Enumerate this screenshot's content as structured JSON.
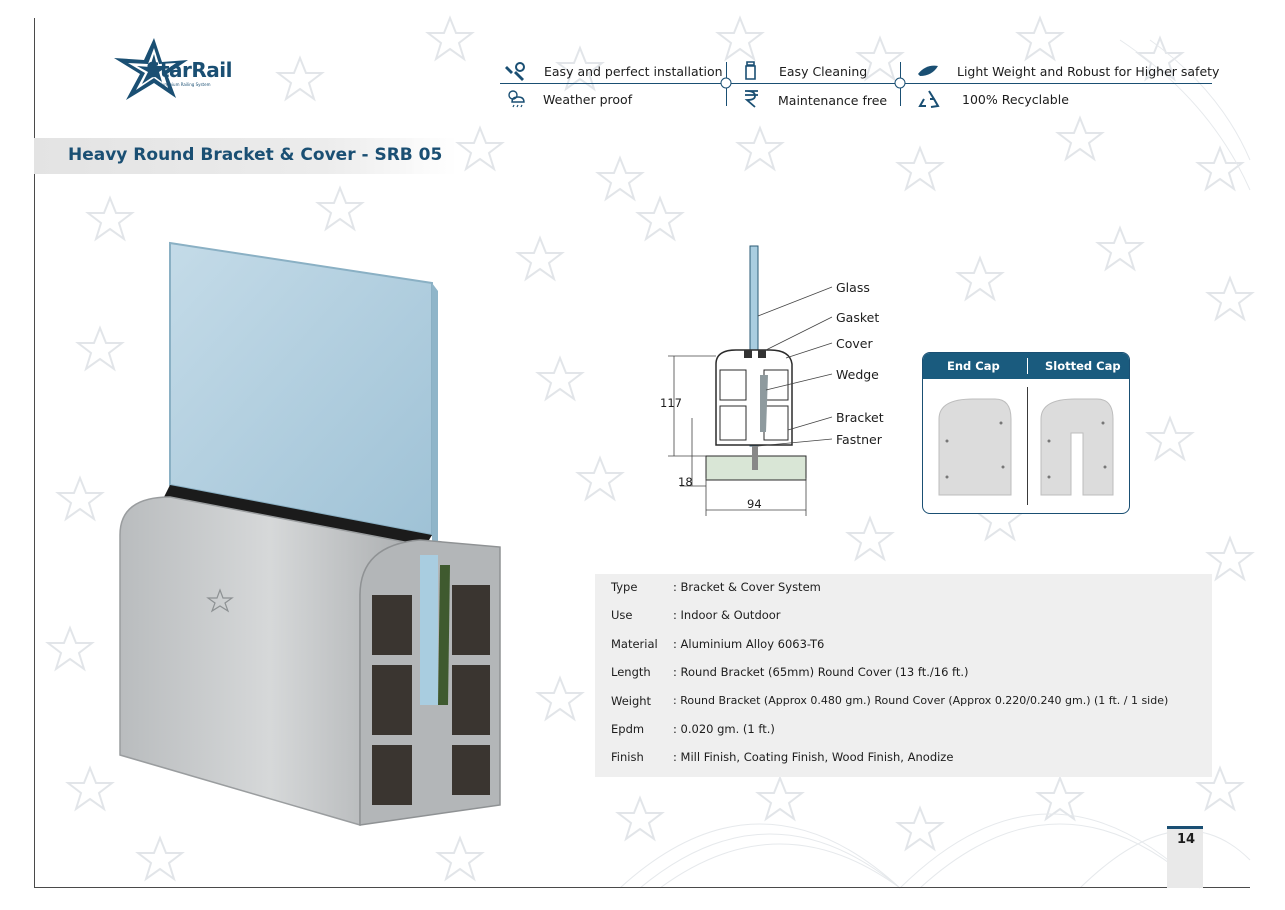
{
  "brand": {
    "name": "StarRail",
    "tagline": "Aluminium Railing System"
  },
  "watermark": "StarRail",
  "features": [
    {
      "icon": "tools-icon",
      "label": "Easy and perfect installation"
    },
    {
      "icon": "spray-bottle-icon",
      "label": "Easy Cleaning"
    },
    {
      "icon": "feather-icon",
      "label": "Light Weight and Robust for Higher safety"
    },
    {
      "icon": "weather-icon",
      "label": "Weather proof"
    },
    {
      "icon": "rupee-icon",
      "label": "Maintenance free"
    },
    {
      "icon": "recycle-icon",
      "label": "100% Recyclable"
    }
  ],
  "title": "Heavy Round  Bracket & Cover - SRB 05",
  "diagram": {
    "labels": [
      "Glass",
      "Gasket",
      "Cover",
      "Wedge",
      "Bracket",
      "Fastner"
    ],
    "dimensions": {
      "height": "117",
      "base": "18",
      "width": "94"
    }
  },
  "caps": {
    "left": "End Cap",
    "right": "Slotted Cap"
  },
  "specs": [
    {
      "key": "Type",
      "value": ": Bracket & Cover System"
    },
    {
      "key": "Use",
      "value": ": Indoor & Outdoor"
    },
    {
      "key": "Material",
      "value": ": Aluminium Alloy 6063-T6"
    },
    {
      "key": "Length",
      "value": ": Round Bracket (65mm) Round Cover (13 ft./16 ft.)"
    },
    {
      "key": "Weight",
      "value": ": Round Bracket (Approx 0.480 gm.) Round Cover (Approx 0.220/0.240 gm.) (1 ft. / 1 side)"
    },
    {
      "key": "Epdm",
      "value": ": 0.020 gm. (1 ft.)"
    },
    {
      "key": "Finish",
      "value": ": Mill Finish, Coating Finish, Wood Finish, Anodize"
    }
  ],
  "page_number": "14",
  "colors": {
    "brand_blue": "#1a4f73",
    "cap_header": "#1a5b7e",
    "glass": "#a9cde0"
  }
}
